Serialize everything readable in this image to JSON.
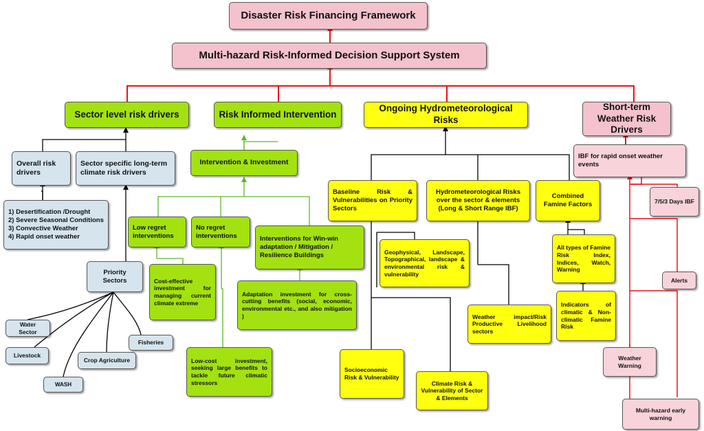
{
  "title": "Disaster Risk Financing Framework",
  "system": "Multi-hazard Risk-Informed Decision Support System",
  "branches": {
    "sector": {
      "header": "Sector level risk drivers",
      "overall": "Overall risk drivers",
      "specific": "Sector specific long-term climate risk drivers",
      "list": "1) Desertification /Drought\n2) Severe Seasonal Conditions\n3) Convective Weather\n4) Rapid onset weather",
      "priority": "Priority Sectors",
      "sectors": {
        "water": "Water Sector",
        "livestock": "Livestock",
        "wash": "WASH",
        "crop": "Crop Agriculture",
        "fisheries": "Fisheries"
      }
    },
    "intervention": {
      "header": "Risk Informed Intervention",
      "investment": "Intervention & Investment",
      "low_regret": "Low regret interventions",
      "no_regret": "No regret interventions",
      "winwin": "Interventions for Win-win adaptation / Mitigation / Resilience Buildings",
      "cost_effective": "Cost-effective investment for managing current climate extreme",
      "adaptation": "Adaptation investment for cross-cutting benefits (social, economic, environmental etc., and also mitigation )",
      "low_cost": "Low-cost investment, seeking large benefits to tackle future climatic stressors"
    },
    "hydro": {
      "header": "Ongoing Hydrometeorological Risks",
      "baseline": "Baseline Risk & Vulnerabilities on Priority Sectors",
      "hydro_risks": "Hydrometeorological Risks over the sector & elements (Long & Short Range IBF)",
      "combined": "Combined Famine Factors",
      "geophysical": "Geophysical, Landscape, Topographical, landscape & environmental risk & vulnerability",
      "socio": "Socioeconomic Risk & Vulnerability",
      "climate": "Climate Risk & Vulnerability of Sector & Elements",
      "weather_impact": "Weather impact/Risk Productive Livelihood sectors",
      "famine_types": "All types of Famine Risk Index, Indices, Watch, Warning",
      "indicators": "Indicators of climatic & Non-climatic Famine Risk"
    },
    "weather": {
      "header": "Short-term Weather Risk Drivers",
      "ibf": "IBF for rapid onset weather events",
      "days": "7/5/3 Days IBF",
      "alerts": "Alerts",
      "warning": "Weather Warning",
      "early": "Multi-hazard early warning"
    }
  },
  "colors": {
    "pink": "#f4c2cc",
    "green": "#a3e210",
    "yellow": "#ffff10",
    "blue": "#d5e4ed",
    "red_line": "#e8141b",
    "green_line": "#5cb82a"
  }
}
